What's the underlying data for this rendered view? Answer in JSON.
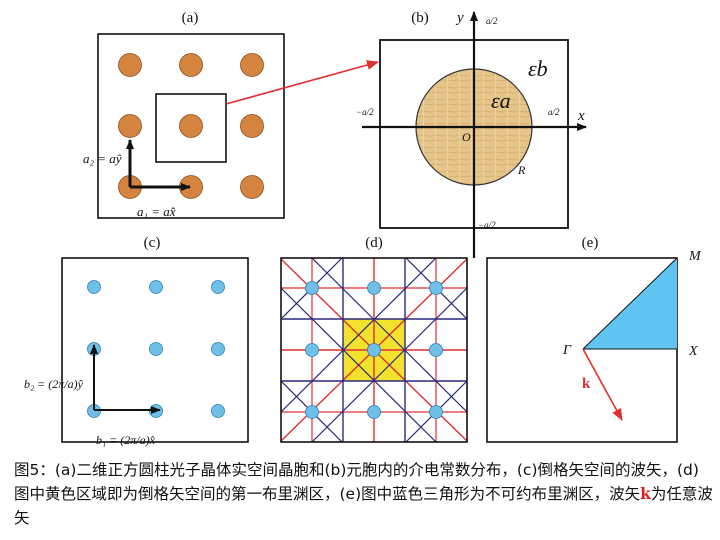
{
  "panels": {
    "a": {
      "label": "(a)",
      "a2": "a₂ = aŷ",
      "a1": "a₁ = ax̂"
    },
    "b": {
      "label": "(b)",
      "eps_b": "εb",
      "eps_a": "εa",
      "x": "x",
      "y": "y",
      "O": "O",
      "R": "R",
      "pos_half": "a/2",
      "neg_half": "−a/2"
    },
    "c": {
      "label": "(c)",
      "b2": "b₂ = (2π/a)ŷ",
      "b1": "b₁ = (2π/a)x̂"
    },
    "d": {
      "label": "(d)"
    },
    "e": {
      "label": "(e)",
      "M": "M",
      "X": "X",
      "Gamma": "Γ",
      "k": "k"
    }
  },
  "caption": {
    "part1": "图5：(a)二维正方圆柱光子晶体实空间晶胞和(b)元胞内的介电常数分布，(c)倒格矢空间的波矢，(d)图中黄色区域即为倒格矢空间的第一布里渊区，(e)图中蓝色三角形为不可约布里渊区，波矢",
    "k": "k",
    "part2": "为任意波矢"
  },
  "colors": {
    "cylinder": "#d4843f",
    "cell_fill": "#e8c98c",
    "reciprocal_point": "#6ec0e8",
    "bz_yellow": "#f2e22e",
    "ibz_blue": "#5fc4ef",
    "red": "#e03030",
    "navy": "#2a2a80"
  }
}
